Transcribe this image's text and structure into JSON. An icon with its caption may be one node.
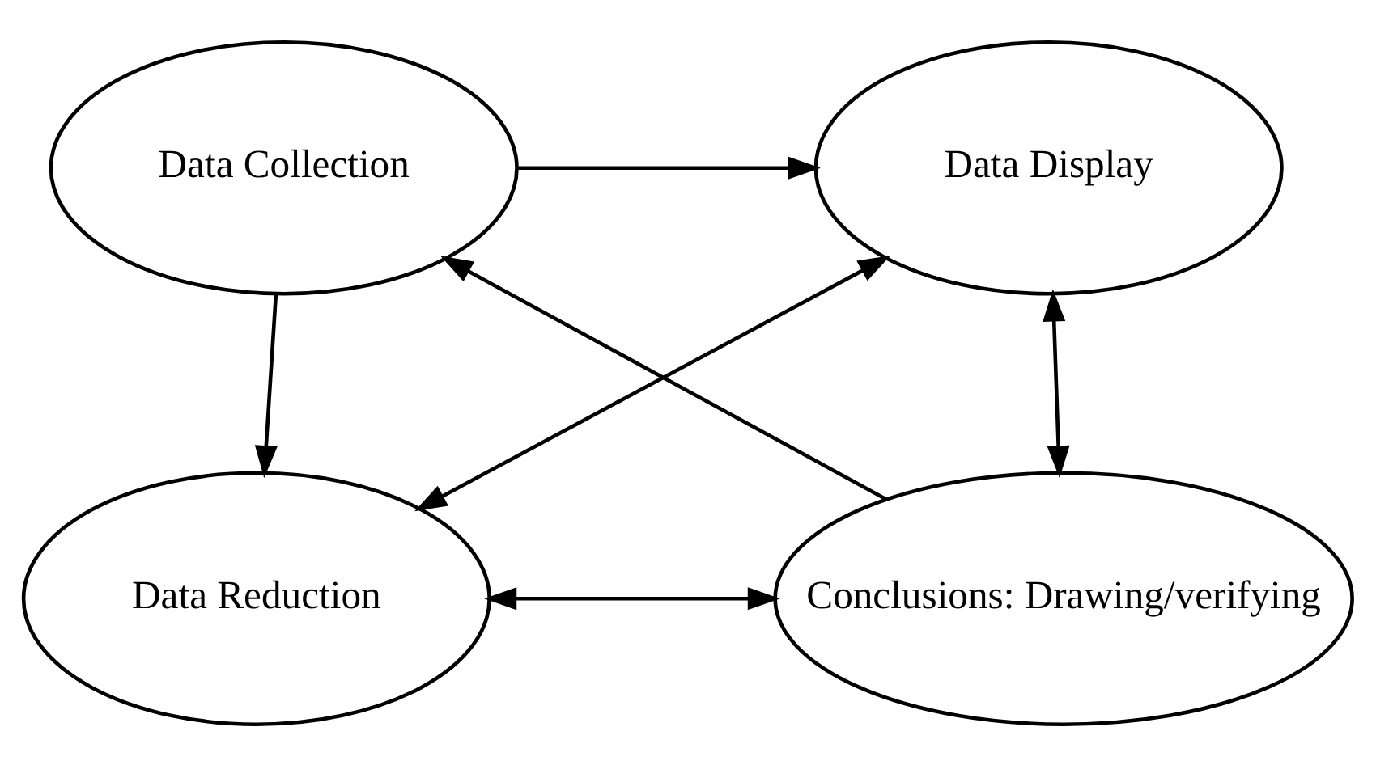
{
  "diagram": {
    "nodes": [
      {
        "text": [
          "Data Collection"
        ]
      },
      {
        "text": [
          "Data Display"
        ]
      },
      {
        "text": [
          "Data Reduction"
        ]
      },
      {
        "text": [
          "Conclusions: Drawing/verifying"
        ]
      }
    ],
    "edges": [
      {
        "from": 0,
        "to": 1,
        "arrow": "to"
      },
      {
        "from": 0,
        "to": 2,
        "arrow": "to"
      },
      {
        "from": 2,
        "to": 1,
        "arrow": "both"
      },
      {
        "from": 2,
        "to": 3,
        "arrow": "both"
      },
      {
        "from": 3,
        "to": 0,
        "arrow": "to"
      },
      {
        "from": 1,
        "to": 3,
        "arrow": "both"
      }
    ]
  }
}
